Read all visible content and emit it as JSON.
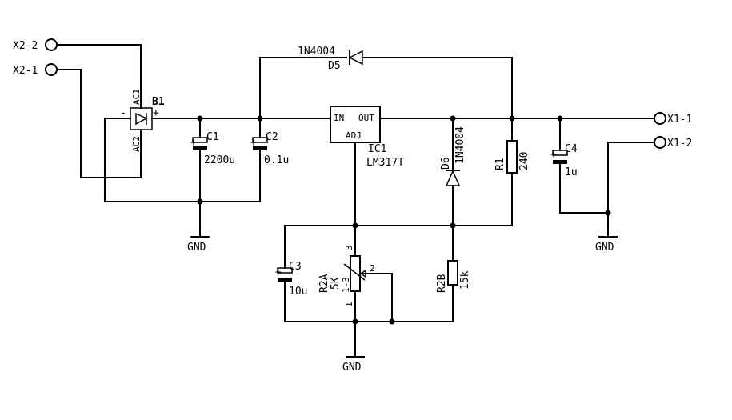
{
  "connectors": {
    "x2_2": "X2-2",
    "x2_1": "X2-1",
    "x1_1": "X1-1",
    "x1_2": "X1-2"
  },
  "bridge": {
    "name": "B1",
    "ac1": "AC1",
    "ac2": "AC2",
    "plus": "+",
    "minus": "-"
  },
  "c1": {
    "name": "C1",
    "value": "2200u",
    "polarity": "+"
  },
  "c2": {
    "name": "C2",
    "value": "0.1u",
    "polarity": "+"
  },
  "c3": {
    "name": "C3",
    "value": "10u",
    "polarity": "+"
  },
  "c4": {
    "name": "C4",
    "value": "1u",
    "polarity": "+"
  },
  "d5": {
    "name": "D5",
    "part": "1N4004"
  },
  "d6": {
    "name": "D6",
    "part": "1N4004"
  },
  "ic1": {
    "name": "IC1",
    "part": "LM317T",
    "pin_in": "IN",
    "pin_out": "OUT",
    "pin_adj": "ADJ"
  },
  "r1": {
    "name": "R1",
    "value": "240"
  },
  "r2a": {
    "name": "R2A",
    "value": "5K",
    "pin1": "1",
    "pin2": "2",
    "pin3": "3",
    "pin_range": "1-3"
  },
  "r2b": {
    "name": "R2B",
    "value": "15k"
  },
  "gnd": {
    "label": "GND"
  }
}
